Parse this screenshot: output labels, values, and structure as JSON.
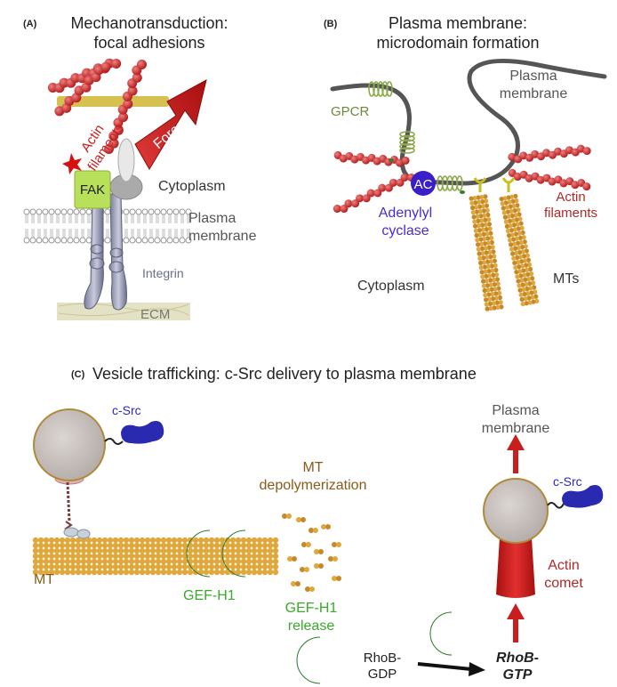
{
  "panelA": {
    "letter": "(A)",
    "title1": "Mechanotransduction:",
    "title2": "focal adhesions",
    "actin1": "Actin",
    "actin2": "filaments",
    "force": "Force",
    "fak": "FAK",
    "cytoplasm": "Cytoplasm",
    "pm1": "Plasma",
    "pm2": "membrane",
    "integrin": "Integrin",
    "ecm": "ECM"
  },
  "panelB": {
    "letter": "(B)",
    "title1": "Plasma membrane:",
    "title2": "microdomain formation",
    "pm1": "Plasma",
    "pm2": "membrane",
    "gpcr": "GPCR",
    "ac": "AC",
    "adenylyl1": "Adenylyl",
    "adenylyl2": "cyclase",
    "actin1": "Actin",
    "actin2": "filaments",
    "cytoplasm": "Cytoplasm",
    "mts": "MTs"
  },
  "panelC": {
    "letter": "(C)",
    "title": "Vesicle trafficking: c-Src delivery to plasma membrane",
    "csrc_left": "c-Src",
    "mt": "MT",
    "gefh1": "GEF-H1",
    "depol1": "MT",
    "depol2": "depolymerization",
    "release1": "GEF-H1",
    "release2": "release",
    "pm1": "Plasma",
    "pm2": "membrane",
    "csrc_right": "c-Src",
    "comet1": "Actin",
    "comet2": "comet",
    "rhobgdp1": "RhoB-",
    "rhobgdp2": "GDP",
    "rhobgtp1": "RhoB-",
    "rhobgtp2": "GTP"
  },
  "colors": {
    "actin": "#d42a2a",
    "force": "#c81e1e",
    "fak": "#b9e05a",
    "gpcr": "#6a8a3a",
    "ac": "#3a1fc8",
    "mt": "#d89a2a",
    "gef": "#3aaa2a",
    "csrc": "#2a2ab0",
    "comet": "#c81e1e",
    "text": "#222222",
    "brown": "#8a5a1a"
  }
}
